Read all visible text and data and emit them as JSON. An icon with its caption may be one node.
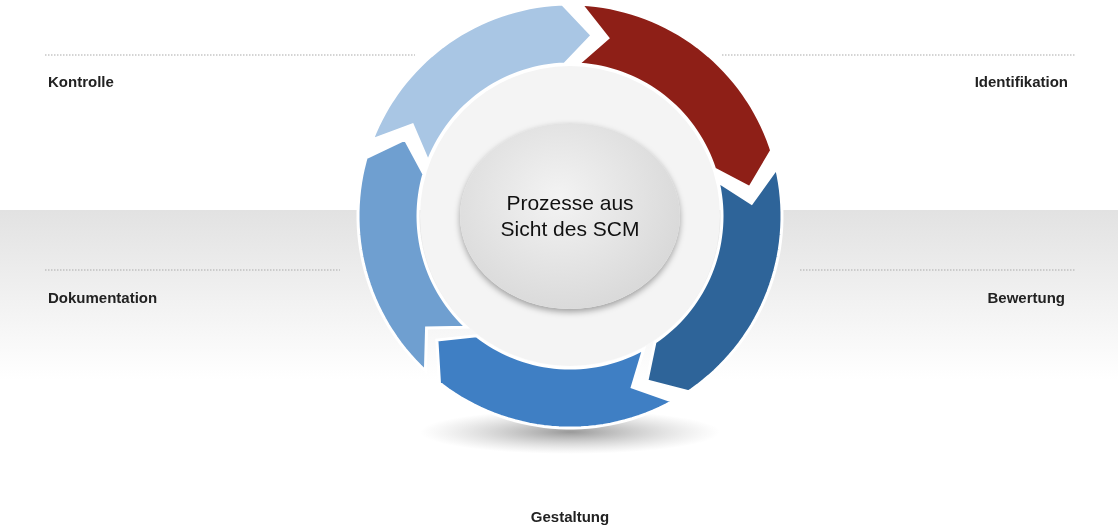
{
  "diagram": {
    "nodes": [
      {
        "text": [
          "Prozesse aus Sicht des SCM"
        ]
      }
    ],
    "labels": [
      "Kontrolle",
      "Identifikation",
      "Dokumentation",
      "Bewertung",
      "Gestaltung"
    ]
  }
}
